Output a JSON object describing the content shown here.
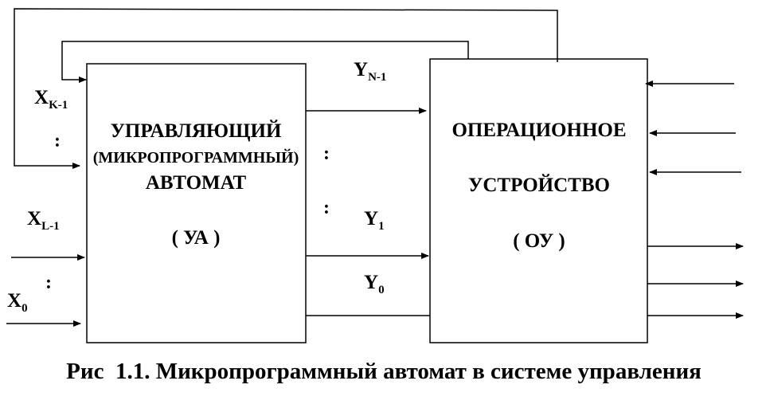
{
  "blocks": {
    "control_unit": {
      "line1": "УПРАВЛЯЮЩИЙ",
      "line2": "(МИКРОПРОГРАММНЫЙ)",
      "line3": "АВТОМАТ",
      "abbr": "( УА )"
    },
    "operational_unit": {
      "line1": "ОПЕРАЦИОННОЕ",
      "line2": "УСТРОЙСТВО",
      "abbr": "( ОУ )"
    }
  },
  "inputs": {
    "x_k1": {
      "base": "X",
      "sub": "K-1"
    },
    "x_l1": {
      "base": "X",
      "sub": "L-1"
    },
    "x_0": {
      "base": "X",
      "sub": "0"
    },
    "ellipsis": ":"
  },
  "outputs": {
    "y_n1": {
      "base": "Y",
      "sub": "N-1"
    },
    "y_1": {
      "base": "Y",
      "sub": "1"
    },
    "y_0": {
      "base": "Y",
      "sub": "0"
    },
    "ellipsis": ":"
  },
  "caption": "Рис  1.1. Микропрограммный автомат в системе управления"
}
